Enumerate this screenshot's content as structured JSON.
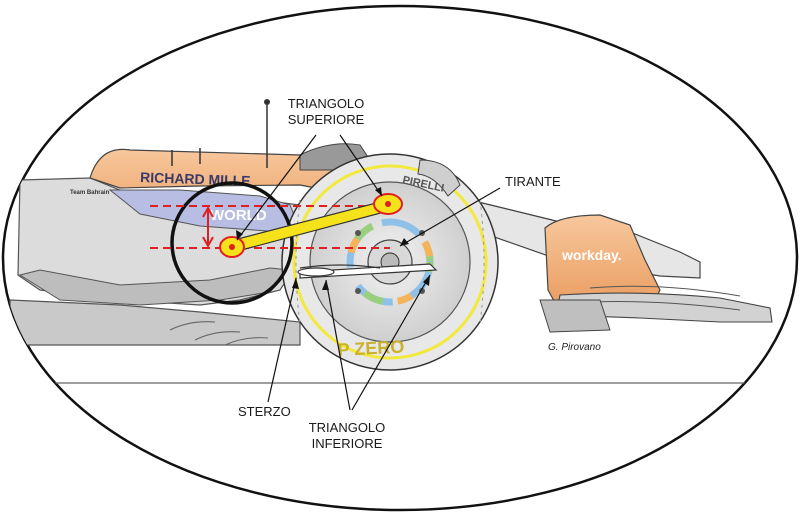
{
  "labels": {
    "upper_wishbone": [
      "TRIANGOLO",
      "SUPERIORE"
    ],
    "pushrod": "TIRANTE",
    "steering": "STERZO",
    "lower_wishbone": [
      "TRIANGOLO",
      "INFERIORE"
    ]
  },
  "signature": "G. Pirovano",
  "livery": {
    "sponsor_main": "RICHARD MILLE",
    "sponsor_side": "WORLD",
    "sponsor_wing": "workday.",
    "tyre_brand": "PIRELLI",
    "tyre_brand_lower": "P ZERO",
    "team_small": "Team Bahrain"
  },
  "colors": {
    "papaya": "#f2b07a",
    "pivot_yellow": "#f5e21a",
    "pivot_red": "#e02020",
    "dash_red": "#e02020",
    "outline": "#111111",
    "tyre_yellow": "#f3e93c"
  }
}
